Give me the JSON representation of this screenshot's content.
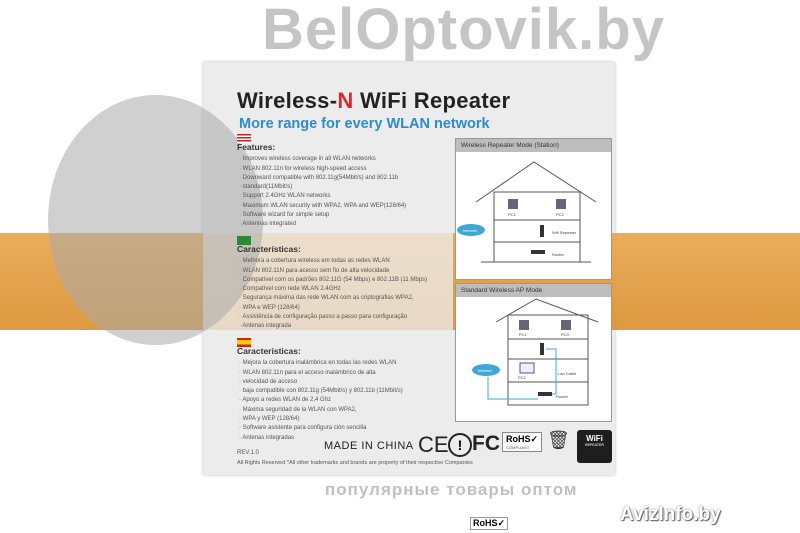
{
  "product": {
    "title_pre": "Wireless-",
    "title_n": "N",
    "title_post": " WiFi Repeater",
    "subtitle": "More range for every WLAN network"
  },
  "english": {
    "heading": "Features:",
    "items": [
      "Improves wireless coverage in all WLAN networks",
      "WLAN 802.11n for wireless high-speed access",
      "Downward compatible with 802.11g(54Mbit/s) and 802.11b",
      "standard(11Mbit/s)",
      "Support 2.4GHz WLAN networks",
      "Maximum WLAN security with WPA2, WPA and WEP(128/64)",
      "Software wizard for simple setup",
      "Antennas integrated"
    ]
  },
  "portuguese": {
    "heading": "Características:",
    "items": [
      "Melhora a cobertura wireless em todas as redes WLAN",
      "WLAN 802.11N para acesso sem fio de alta velocidade",
      "Compatível com os padrões 802.11G (54 Mbps) e 802.11B (11 Mbps)",
      "Compatível com rede WLAN 2.4GHz",
      "Segurança máxima das rede WLAN com as criptografias WPA2,",
      "WPA e WEP (128/64)",
      "Assistência de configuração passo a passo para configuração",
      "Antenas integrada"
    ]
  },
  "spanish": {
    "heading": "Caracteristicas:",
    "items": [
      "Mejora la cobertura inalámbrica en todas las redes WLAN",
      "WLAN 802.11n para el acceso inalámbrico de alta",
      "velocidad de acceso",
      "baja compatible con 802.11g (54Mbit/s) y 802.11b (11Mbit/s)",
      "Apoyo a redes WLAN de 2,4 Ghz",
      "Máxima seguridad de la WLAN con WPA2,",
      "WPA y WEP (128/64)",
      "Software asistente para configura ción sencilla",
      "Antenas integradas"
    ]
  },
  "diagram1": {
    "title": "Wireless Repeater Mode (Station)",
    "pc1": "PC1",
    "pc2": "PC2",
    "repeater": "Wifi Repeater",
    "router": "Router",
    "cloud": "Internet"
  },
  "diagram2": {
    "title": "Standard Wireless AP Mode",
    "pc1": "PC1",
    "pc2": "PC2",
    "pc3": "PC3",
    "lan": "Lan Cable",
    "router": "Router",
    "cloud": "Internet"
  },
  "footer": {
    "made": "MADE IN CHINA",
    "ce": "CE",
    "fcc": "FC",
    "rohs": "RoHS✓",
    "rohs_sub": "COMPLIANT",
    "wifi": "WiFi",
    "wifi_sub": "REPEATER",
    "rev": "REV.1.0",
    "rights": "All Rights Reserved *All other trademarks and brands are property of their respective Companies",
    "rohs_bottom": "RoHS✓"
  },
  "watermarks": {
    "main": "BelOptovik.by",
    "tagline": "популярные товары оптом",
    "corner": "AvizInfo.by"
  },
  "colors": {
    "accent_blue": "#2b8ccf",
    "accent_red": "#e2252b",
    "band_orange": "#e09a3a"
  }
}
